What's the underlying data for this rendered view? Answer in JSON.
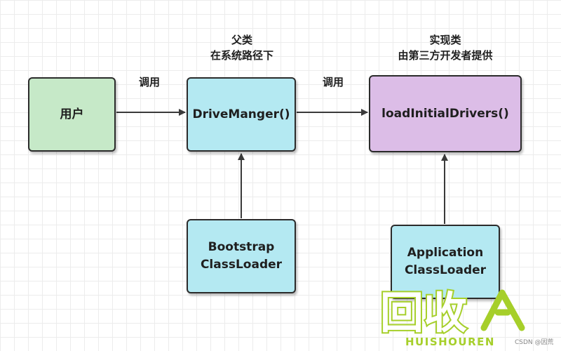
{
  "captions": {
    "parent": "父类\n在系统路径下",
    "impl": "实现类\n由第三方开发者提供"
  },
  "edge_labels": {
    "call_1": "调用",
    "call_2": "调用"
  },
  "nodes": {
    "user": "用户",
    "drive_manager": "DriveManger()",
    "load_initial_drivers": "loadInitialDrivers()",
    "bootstrap_classloader": "Bootstrap\nClassLoader",
    "application_classloader": "Application\nClassLoader"
  },
  "watermark": {
    "logo_text": "回收",
    "brand": "HUISHOUREN",
    "credit": "CSDN @因荒"
  },
  "colors": {
    "user_fill": "#c6e9c8",
    "loader_fill": "#b4e9f2",
    "impl_fill": "#dcbde7",
    "border": "#2b2b2b",
    "arrow": "#3a3a3a",
    "watermark_green": "#a6cf2a"
  }
}
